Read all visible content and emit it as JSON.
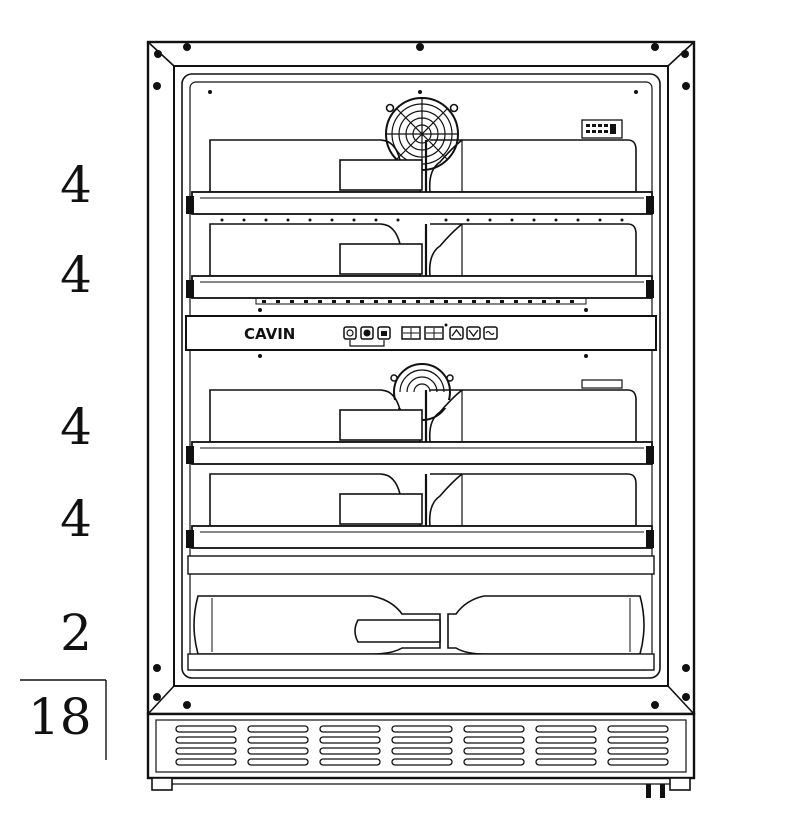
{
  "brand": "CAVIN",
  "shelf_counts": [
    "4",
    "4",
    "4",
    "4",
    "2"
  ],
  "total_count": "18",
  "icons": {
    "fan": "fan-grille-icon",
    "power": "power-icon",
    "light": "light-icon",
    "lock": "lock-icon",
    "up": "arrow-up-icon",
    "down": "arrow-down-icon",
    "unit": "temperature-unit-icon"
  }
}
